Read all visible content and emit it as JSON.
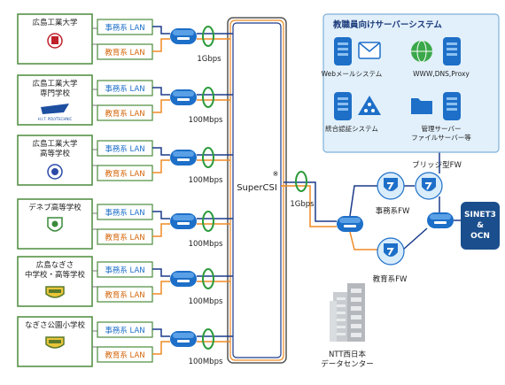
{
  "schools": [
    {
      "name_lines": [
        "広島工業大学"
      ],
      "admin_lan": "事務系 LAN",
      "edu_lan": "教育系 LAN",
      "speed": "1Gbps",
      "logo": "hiroshima-institute-emblem"
    },
    {
      "name_lines": [
        "広島工業大学",
        "専門学校"
      ],
      "admin_lan": "事務系 LAN",
      "edu_lan": "教育系 LAN",
      "speed": "100Mbps",
      "logo": "hit-polytechnic-logo",
      "logo_text": "H.I.T. POLYTECHNIC"
    },
    {
      "name_lines": [
        "広島工業大学",
        "高等学校"
      ],
      "admin_lan": "事務系 LAN",
      "edu_lan": "教育系 LAN",
      "speed": "100Mbps",
      "logo": "high-school-emblem"
    },
    {
      "name_lines": [
        "デネブ高等学校"
      ],
      "admin_lan": "事務系 LAN",
      "edu_lan": "教育系 LAN",
      "speed": "100Mbps",
      "logo": "deneb-emblem"
    },
    {
      "name_lines": [
        "広島なぎさ",
        "中学校・高等学校"
      ],
      "admin_lan": "事務系 LAN",
      "edu_lan": "教育系 LAN",
      "speed": "100Mbps",
      "logo": "nagisa-emblem"
    },
    {
      "name_lines": [
        "なぎさ公園小学校"
      ],
      "admin_lan": "事務系 LAN",
      "edu_lan": "教育系 LAN",
      "speed": "100Mbps",
      "logo": "nagisa-park-emblem"
    }
  ],
  "core": {
    "label": "SuperCSI",
    "note": "※",
    "uplink_speed": "1Gbps"
  },
  "server_system": {
    "title": "教職員向けサーバーシステム",
    "servers": [
      {
        "label_lines": [
          "Webメールシステム"
        ],
        "icon": "mail-icon"
      },
      {
        "label_lines": [
          "WWW,DNS,Proxy"
        ],
        "icon": "globe-icon"
      },
      {
        "label_lines": [
          "統合認証システム"
        ],
        "icon": "auth-icon"
      },
      {
        "label_lines": [
          "管理サーバー",
          "ファイルサーバー等"
        ],
        "icon": "folder-icon"
      }
    ]
  },
  "firewalls": {
    "bridge": "ブリッジ型FW",
    "admin": "事務系FW",
    "edu": "教育系FW"
  },
  "external": {
    "lines": [
      "SINET3",
      "&",
      "OCN"
    ]
  },
  "datacenter": {
    "lines": [
      "NTT西日本",
      "データセンター"
    ]
  },
  "colors": {
    "admin_line": "#1a3a8a",
    "edu_line": "#f08a24",
    "loop": "#2a9a3a",
    "panel_bg": "#e2f0fb",
    "panel_border": "#7fb0d8",
    "router": "#1d6fc8",
    "lan_text": "#1d6fc8",
    "edu_text": "#d4660a",
    "external_bg": "#1a4e8c"
  }
}
